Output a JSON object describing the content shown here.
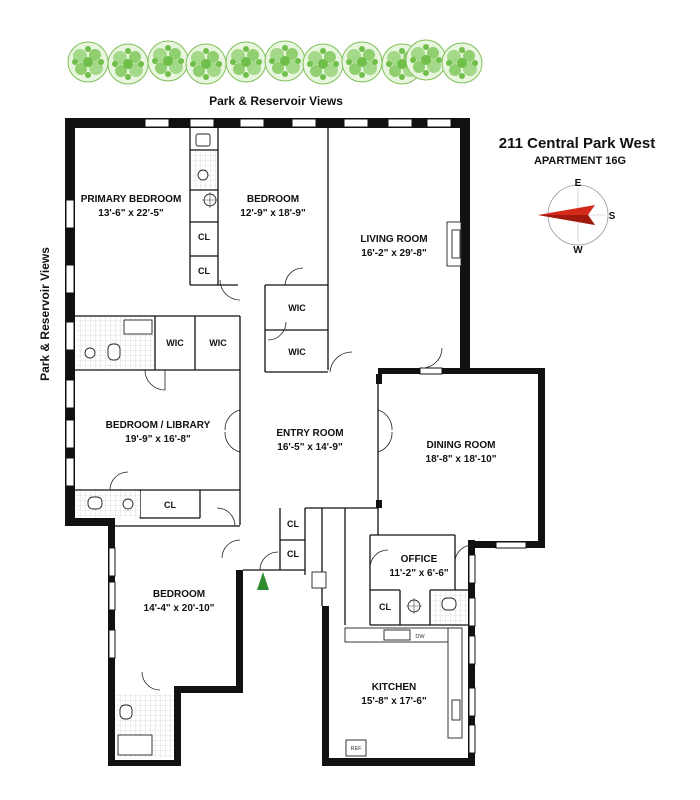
{
  "header": {
    "building": "211 Central Park West",
    "apartment": "APARTMENT 16G"
  },
  "views": {
    "top": "Park & Reservoir Views",
    "left": "Park & Reservoir Views"
  },
  "compass": {
    "north": "E",
    "east": "S",
    "south": "W",
    "needle_color": "#d42a1c"
  },
  "rooms": {
    "primary_bedroom": {
      "name": "PRIMARY BEDROOM",
      "size": "13'-6\" x 22'-5\""
    },
    "bedroom_1": {
      "name": "BEDROOM",
      "size": "12'-9\" x 18'-9\""
    },
    "living_room": {
      "name": "LIVING ROOM",
      "size": "16'-2\" x 29'-8\""
    },
    "bedroom_library": {
      "name": "BEDROOM / LIBRARY",
      "size": "19'-9\" x 16'-8\""
    },
    "entry_room": {
      "name": "ENTRY ROOM",
      "size": "16'-5\" x 14'-9\""
    },
    "dining_room": {
      "name": "DINING ROOM",
      "size": "18'-8\" x 18'-10\""
    },
    "office": {
      "name": "OFFICE",
      "size": "11'-2\" x 6'-6\""
    },
    "bedroom_2": {
      "name": "BEDROOM",
      "size": "14'-4\" x 20'-10\""
    },
    "kitchen": {
      "name": "KITCHEN",
      "size": "15'-8\" x 17'-6\""
    }
  },
  "closets": {
    "cl": "CL",
    "wic": "WIC"
  },
  "appliances": {
    "dishwasher": "DW",
    "refrigerator": "REF"
  },
  "colors": {
    "walls": "#111111",
    "trees": "#6fbf4a",
    "entry_arrow": "#2e8b2e"
  }
}
